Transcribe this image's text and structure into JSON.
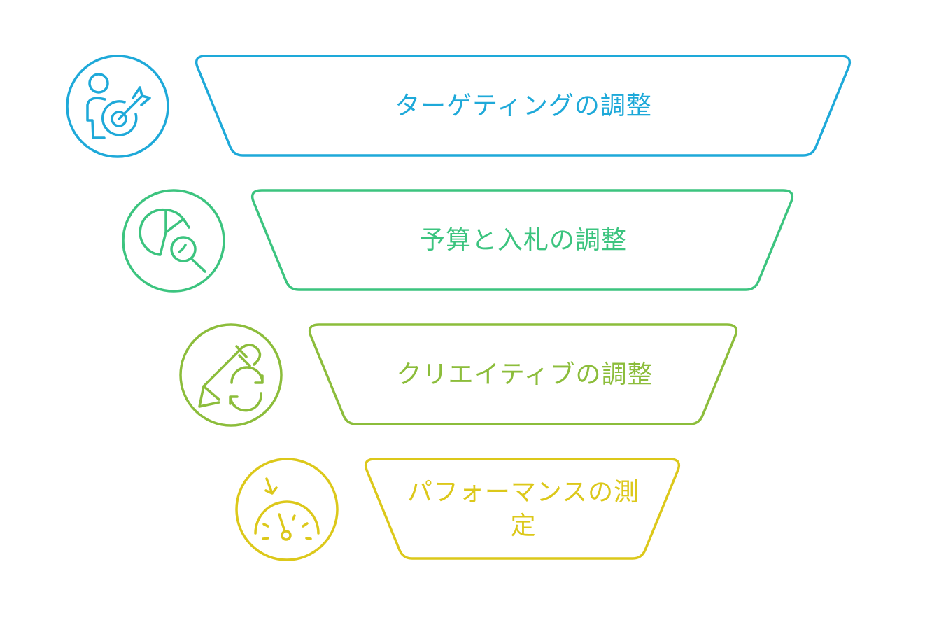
{
  "colors": {
    "step1": "#1EA9D9",
    "step2": "#3CC47F",
    "step3": "#8CBD3B",
    "step4": "#DCC81A"
  },
  "steps": [
    {
      "label": "ターゲティングの調整",
      "icon": "person-target-icon"
    },
    {
      "label": "予算と入札の調整",
      "icon": "pie-chart-magnifier-icon"
    },
    {
      "label": "クリエイティブの調整",
      "icon": "pencil-refresh-icon"
    },
    {
      "label": "パフォーマンスの測定",
      "icon": "speedometer-icon"
    }
  ]
}
